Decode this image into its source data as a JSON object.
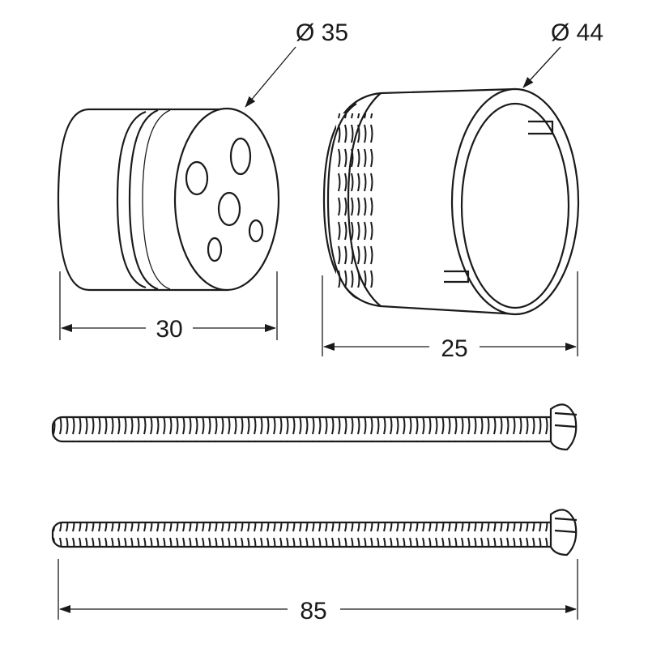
{
  "drawing": {
    "small_part": {
      "diameter_label": "Ø 35",
      "length_label": "30"
    },
    "ring_part": {
      "diameter_label": "Ø 44",
      "length_label": "25"
    },
    "screws": {
      "count": 2,
      "length_label": "85"
    },
    "colors": {
      "line": "#1a1a1a",
      "background": "#ffffff"
    }
  }
}
